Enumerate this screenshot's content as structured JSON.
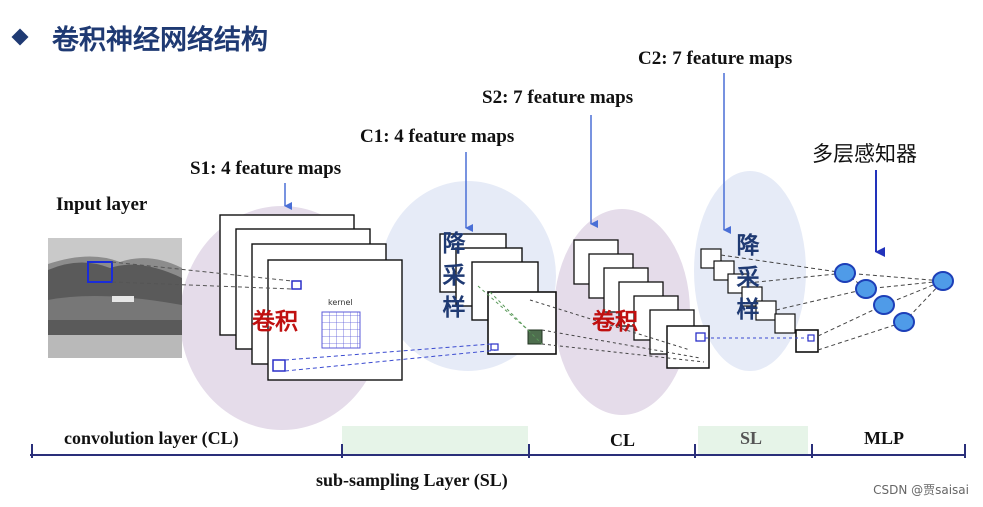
{
  "title": "卷积神经网络结构",
  "labels": {
    "input_layer": "Input layer",
    "s1": "S1: 4 feature maps",
    "c1": "C1: 4 feature maps",
    "s2": "S2: 7 feature maps",
    "c2": "C2: 7 feature maps",
    "mlp_cn": "多层感知器",
    "kernel": "kernel"
  },
  "annotations": {
    "conv1": "卷积",
    "conv2": "卷积",
    "sub1": "降采样",
    "sub2": "降采样"
  },
  "bottom_axis": {
    "conv_layer": "convolution layer (CL)",
    "cl": "CL",
    "sl": "SL",
    "mlp": "MLP",
    "sub_sampling": "sub-sampling Layer (SL)"
  },
  "watermark": "CSDN @贾saisai",
  "colors": {
    "title": "#1f3a73",
    "accent_red": "#c01010",
    "arrow_blue": "#4a6fd6",
    "node_blue": "#4f9be8",
    "axis_navy": "#2a2f7a"
  }
}
